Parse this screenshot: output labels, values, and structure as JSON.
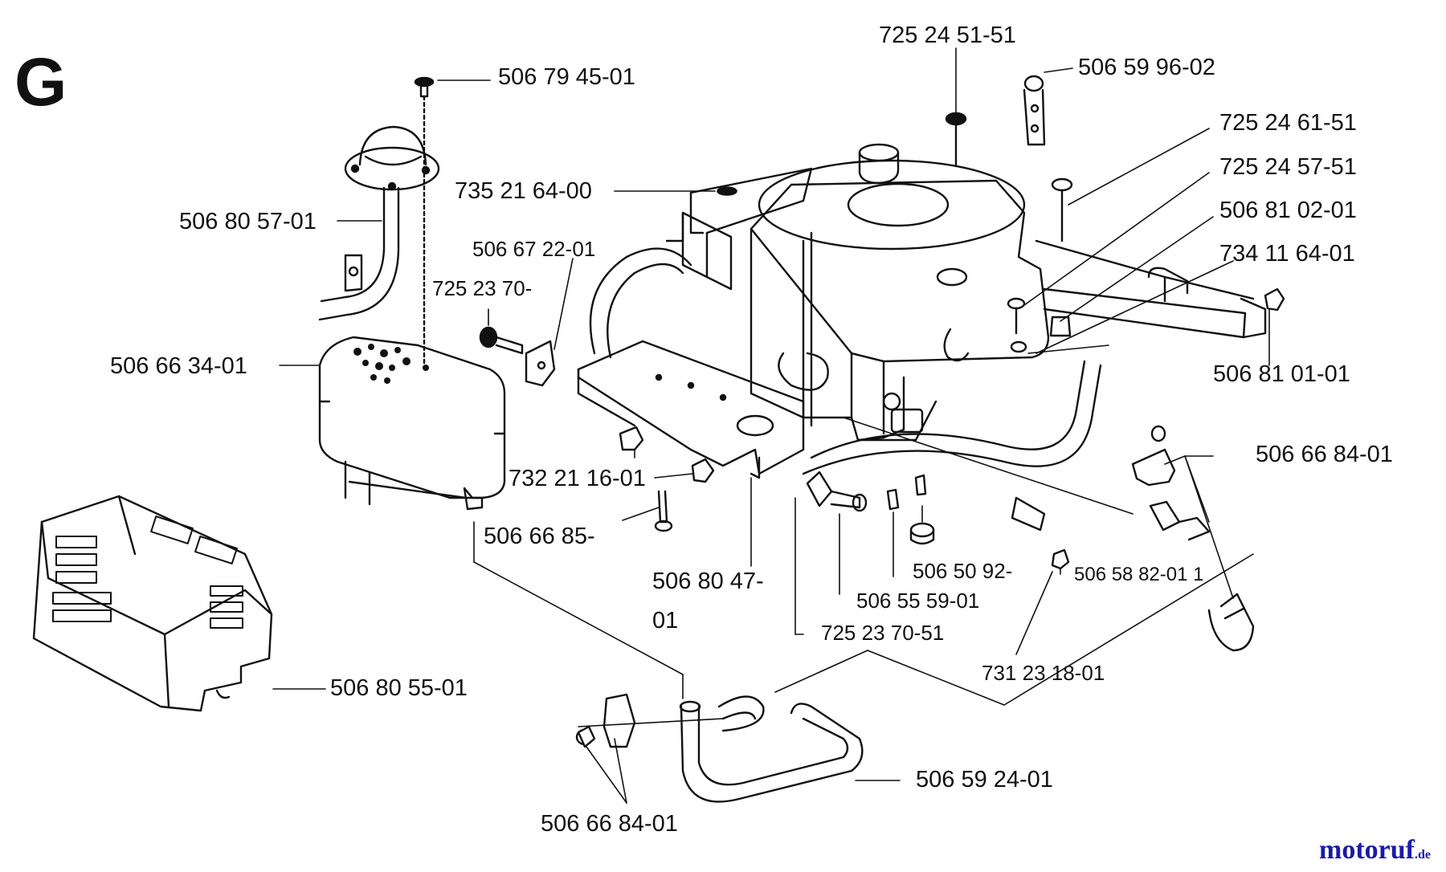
{
  "section_letter": "G",
  "watermark": {
    "brand": "motoruf",
    "tld": ".de"
  },
  "labels": {
    "p_506794501": "506 79 45-01",
    "p_506805701": "506 80 57-01",
    "p_506672201": "506 67 22-01",
    "p_72523_70_short": "725 23 70-",
    "p_506663401": "506 66 34-01",
    "p_7352164": "735 21 64-00",
    "p_725245151": "725 24 51-51",
    "p_506599602": "506 59 96-02",
    "p_725246151": "725 24 61-51",
    "p_725245751": "725 24 57-51",
    "p_506810201": "506 81 02-01",
    "p_734116401": "734 11 64-01",
    "p_506810101": "506 81 01-01",
    "p_506668401_right": "506 66 84-01",
    "p_732211601": "732 21 16-01",
    "p_50666_85": "506 66 85-",
    "p_50680_47_a": "506 80 47-",
    "p_50680_47_b": "01",
    "p_50650_92": "506 50 92-",
    "p_506588201": "506 58 82-01 1",
    "p_506555901": "506 55 59-01",
    "p_725237051": "725 23 70-51",
    "p_731231801": "731 23 18-01",
    "p_506805501": "506 80 55-01",
    "p_506592401": "506 59 24-01",
    "p_506668401_bottom": "506 66 84-01"
  }
}
